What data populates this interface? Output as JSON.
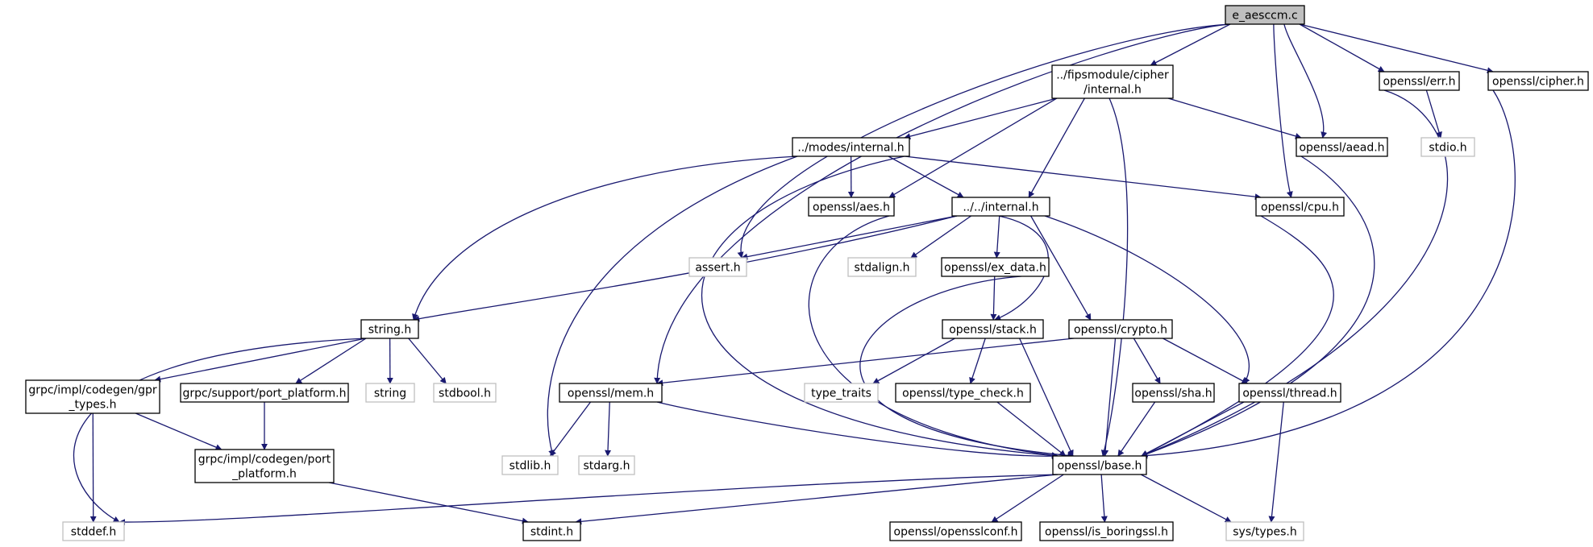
{
  "diagram": {
    "title": "",
    "colors": {
      "edge": "#191970",
      "root_fill": "#bfbfbf",
      "node_border": "#000000",
      "missing_border": "#bfbfbf"
    },
    "nodes": [
      {
        "id": "root",
        "label": [
          "e_aesccm.c"
        ],
        "kind": "root"
      },
      {
        "id": "fipscipher",
        "label": [
          "../fipsmodule/cipher",
          "/internal.h"
        ],
        "kind": "normal"
      },
      {
        "id": "err",
        "label": [
          "openssl/err.h"
        ],
        "kind": "normal"
      },
      {
        "id": "cipher",
        "label": [
          "openssl/cipher.h"
        ],
        "kind": "normal"
      },
      {
        "id": "modes",
        "label": [
          "../modes/internal.h"
        ],
        "kind": "normal"
      },
      {
        "id": "aead",
        "label": [
          "openssl/aead.h"
        ],
        "kind": "normal"
      },
      {
        "id": "stdio",
        "label": [
          "stdio.h"
        ],
        "kind": "missing"
      },
      {
        "id": "aes",
        "label": [
          "openssl/aes.h"
        ],
        "kind": "normal"
      },
      {
        "id": "internal",
        "label": [
          "../../internal.h"
        ],
        "kind": "normal"
      },
      {
        "id": "cpu",
        "label": [
          "openssl/cpu.h"
        ],
        "kind": "normal"
      },
      {
        "id": "assert",
        "label": [
          "assert.h"
        ],
        "kind": "missing"
      },
      {
        "id": "stdalign",
        "label": [
          "stdalign.h"
        ],
        "kind": "missing"
      },
      {
        "id": "exdata",
        "label": [
          "openssl/ex_data.h"
        ],
        "kind": "normal"
      },
      {
        "id": "string",
        "label": [
          "string.h"
        ],
        "kind": "normal"
      },
      {
        "id": "stack",
        "label": [
          "openssl/stack.h"
        ],
        "kind": "normal"
      },
      {
        "id": "crypto",
        "label": [
          "openssl/crypto.h"
        ],
        "kind": "normal"
      },
      {
        "id": "gprtypes",
        "label": [
          "grpc/impl/codegen/gpr",
          "_types.h"
        ],
        "kind": "normal"
      },
      {
        "id": "portplat",
        "label": [
          "grpc/support/port_platform.h"
        ],
        "kind": "normal"
      },
      {
        "id": "stringx",
        "label": [
          "string"
        ],
        "kind": "missing"
      },
      {
        "id": "stdbool",
        "label": [
          "stdbool.h"
        ],
        "kind": "missing"
      },
      {
        "id": "mem",
        "label": [
          "openssl/mem.h"
        ],
        "kind": "normal"
      },
      {
        "id": "typetraits",
        "label": [
          "type_traits"
        ],
        "kind": "missing"
      },
      {
        "id": "typecheck",
        "label": [
          "openssl/type_check.h"
        ],
        "kind": "normal"
      },
      {
        "id": "sha",
        "label": [
          "openssl/sha.h"
        ],
        "kind": "normal"
      },
      {
        "id": "thread",
        "label": [
          "openssl/thread.h"
        ],
        "kind": "normal"
      },
      {
        "id": "gprport",
        "label": [
          "grpc/impl/codegen/port",
          "_platform.h"
        ],
        "kind": "normal"
      },
      {
        "id": "stdlib",
        "label": [
          "stdlib.h"
        ],
        "kind": "missing"
      },
      {
        "id": "stdarg",
        "label": [
          "stdarg.h"
        ],
        "kind": "missing"
      },
      {
        "id": "base",
        "label": [
          "openssl/base.h"
        ],
        "kind": "normal"
      },
      {
        "id": "stddef",
        "label": [
          "stddef.h"
        ],
        "kind": "missing"
      },
      {
        "id": "stdint",
        "label": [
          "stdint.h"
        ],
        "kind": "normal"
      },
      {
        "id": "opensslconf",
        "label": [
          "openssl/opensslconf.h"
        ],
        "kind": "normal"
      },
      {
        "id": "isboring",
        "label": [
          "openssl/is_boringssl.h"
        ],
        "kind": "normal"
      },
      {
        "id": "systypes",
        "label": [
          "sys/types.h"
        ],
        "kind": "missing"
      }
    ],
    "edges": [
      [
        "root",
        "fipscipher"
      ],
      [
        "root",
        "err"
      ],
      [
        "root",
        "cipher"
      ],
      [
        "root",
        "aead"
      ],
      [
        "root",
        "cpu"
      ],
      [
        "root",
        "assert"
      ],
      [
        "root",
        "mem"
      ],
      [
        "fipscipher",
        "modes"
      ],
      [
        "fipscipher",
        "aes"
      ],
      [
        "fipscipher",
        "internal"
      ],
      [
        "fipscipher",
        "aead"
      ],
      [
        "fipscipher",
        "base"
      ],
      [
        "err",
        "stdio"
      ],
      [
        "err",
        "base"
      ],
      [
        "cipher",
        "base"
      ],
      [
        "modes",
        "aes"
      ],
      [
        "modes",
        "internal"
      ],
      [
        "modes",
        "cpu"
      ],
      [
        "modes",
        "string"
      ],
      [
        "modes",
        "stdlib"
      ],
      [
        "modes",
        "base"
      ],
      [
        "aead",
        "base"
      ],
      [
        "aes",
        "base"
      ],
      [
        "cpu",
        "base"
      ],
      [
        "internal",
        "assert"
      ],
      [
        "internal",
        "stdalign"
      ],
      [
        "internal",
        "exdata"
      ],
      [
        "internal",
        "string"
      ],
      [
        "internal",
        "stack"
      ],
      [
        "internal",
        "crypto"
      ],
      [
        "internal",
        "thread"
      ],
      [
        "exdata",
        "stack"
      ],
      [
        "exdata",
        "base"
      ],
      [
        "string",
        "stddef"
      ],
      [
        "string",
        "gprtypes"
      ],
      [
        "string",
        "portplat"
      ],
      [
        "string",
        "stringx"
      ],
      [
        "string",
        "stdbool"
      ],
      [
        "stack",
        "typetraits"
      ],
      [
        "stack",
        "typecheck"
      ],
      [
        "stack",
        "base"
      ],
      [
        "crypto",
        "mem"
      ],
      [
        "crypto",
        "base"
      ],
      [
        "crypto",
        "sha"
      ],
      [
        "crypto",
        "thread"
      ],
      [
        "gprtypes",
        "stddef"
      ],
      [
        "gprtypes",
        "gprport"
      ],
      [
        "portplat",
        "gprport"
      ],
      [
        "mem",
        "stdlib"
      ],
      [
        "mem",
        "stdarg"
      ],
      [
        "mem",
        "base"
      ],
      [
        "typecheck",
        "base"
      ],
      [
        "sha",
        "base"
      ],
      [
        "thread",
        "base"
      ],
      [
        "thread",
        "systypes"
      ],
      [
        "gprport",
        "stdint"
      ],
      [
        "base",
        "stddef"
      ],
      [
        "base",
        "stdint"
      ],
      [
        "base",
        "opensslconf"
      ],
      [
        "base",
        "isboring"
      ],
      [
        "base",
        "systypes"
      ]
    ]
  }
}
